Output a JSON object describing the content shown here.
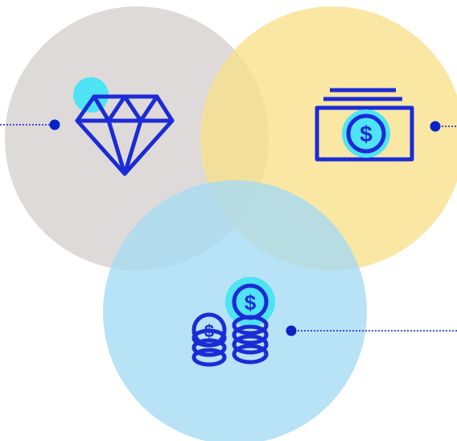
{
  "colors": {
    "circle_gray": "#d9d3d3",
    "circle_yellow": "#f9e08b",
    "circle_blue": "#a6dbf3",
    "icon_stroke": "#1c2bd6",
    "icon_accent": "#4ee3f5",
    "connector": "#0a22c7"
  },
  "items": [
    {
      "name": "value",
      "icon": "diamond-icon",
      "connector_side": "left"
    },
    {
      "name": "cash",
      "icon": "banknotes-icon",
      "connector_side": "right"
    },
    {
      "name": "savings",
      "icon": "coin-stacks-icon",
      "connector_side": "right"
    }
  ]
}
